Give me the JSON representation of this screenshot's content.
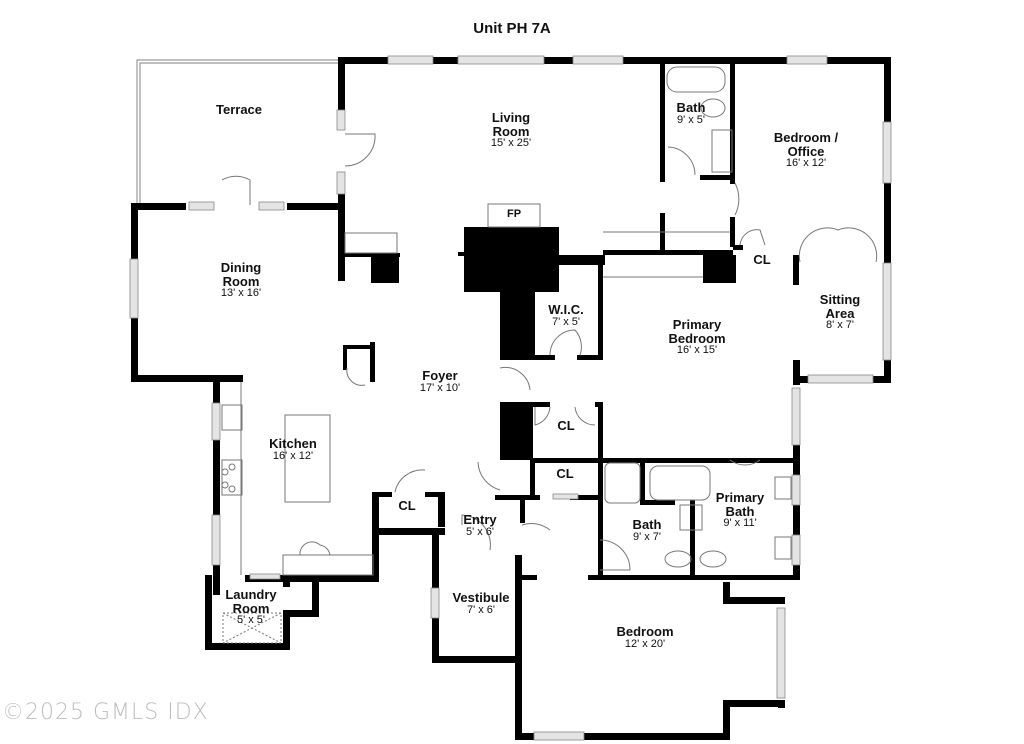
{
  "title": "Unit PH 7A",
  "colors": {
    "wall": "#000000",
    "window": "#dcdcdc",
    "fixture": "#888888",
    "background": "#ffffff"
  },
  "rooms": {
    "terrace": {
      "name": "Terrace",
      "dim": ""
    },
    "living_room": {
      "name": "Living Room",
      "name_l1": "Living",
      "name_l2": "Room",
      "dim": "15' x 25'"
    },
    "bath_top": {
      "name": "Bath",
      "dim": "9' x 5'"
    },
    "bedroom_office": {
      "name": "Bedroom / Office",
      "name_l1": "Bedroom /",
      "name_l2": "Office",
      "dim": "16' x 12'"
    },
    "fireplace": {
      "name": "FP"
    },
    "dining_room": {
      "name": "Dining Room",
      "name_l1": "Dining",
      "name_l2": "Room",
      "dim": "13' x 16'"
    },
    "closet_office": {
      "name": "CL"
    },
    "sitting_area": {
      "name": "Sitting Area",
      "name_l1": "Sitting",
      "name_l2": "Area",
      "dim": "8' x 7'"
    },
    "wic": {
      "name": "W.I.C.",
      "dim": "7' x 5'"
    },
    "primary_bedroom": {
      "name": "Primary Bedroom",
      "name_l1": "Primary",
      "name_l2": "Bedroom",
      "dim": "16' x 15'"
    },
    "foyer": {
      "name": "Foyer",
      "dim": "17' x 10'"
    },
    "kitchen": {
      "name": "Kitchen",
      "dim": "16' x 12'"
    },
    "closet_foyer_1": {
      "name": "CL"
    },
    "closet_foyer_2": {
      "name": "CL"
    },
    "closet_kitchen": {
      "name": "CL"
    },
    "entry": {
      "name": "Entry",
      "dim": "5' x 6'"
    },
    "bath_mid": {
      "name": "Bath",
      "dim": "9' x 7'"
    },
    "primary_bath": {
      "name": "Primary Bath",
      "name_l1": "Primary",
      "name_l2": "Bath",
      "dim": "9' x 11'"
    },
    "laundry_room": {
      "name": "Laundry Room",
      "name_l1": "Laundry",
      "name_l2": "Room",
      "dim": "5' x 5'"
    },
    "vestibule": {
      "name": "Vestibule",
      "dim": "7' x 6'"
    },
    "bedroom": {
      "name": "Bedroom",
      "dim": "12' x 20'"
    }
  },
  "copyright": "©2025 GMLS IDX"
}
